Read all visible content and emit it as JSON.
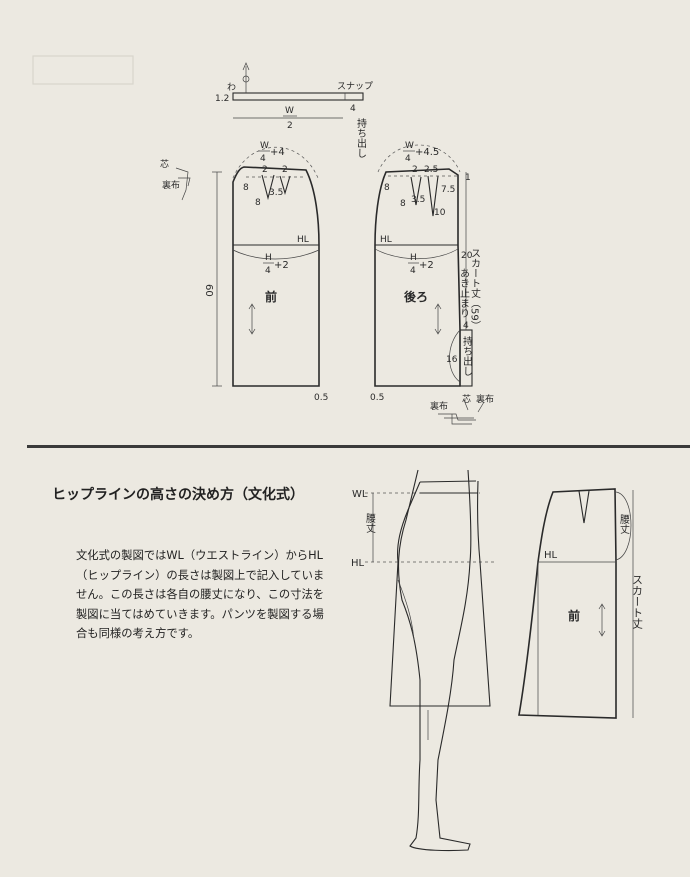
{
  "top_pattern": {
    "waistband": {
      "fold_label": "わ",
      "height_label": "1.2",
      "snap_label": "スナップ",
      "extension_value": "4",
      "extension_label": "持ち出し",
      "width_num": "W",
      "width_den": "2"
    },
    "front": {
      "waist_num": "W",
      "waist_den": "4",
      "waist_suffix": "+4",
      "dart_gap_1": "2",
      "dart_gap_2": "2",
      "dart_depth_left": "8",
      "dart_depth_8": "8",
      "dart_3_5": "3.5",
      "interfacing_label": "芯",
      "lining_label": "裏布",
      "hl_label": "HL",
      "hip_num": "H",
      "hip_den": "4",
      "hip_suffix": "+2",
      "length_label": "60",
      "panel_label": "前",
      "hem_value": "0.5"
    },
    "back": {
      "waist_num": "W",
      "waist_den": "4",
      "waist_suffix": "+4.5",
      "dart_gap_1": "2",
      "dart_gap_2": "2.5",
      "dart_depth_left": "8",
      "dart_7_5": "7.5",
      "dart_depth_8": "8",
      "dart_3_5": "3.5",
      "dart_10": "10",
      "top_raise": "1",
      "hl_label": "HL",
      "hip_num": "H",
      "hip_den": "4",
      "hip_suffix": "+2",
      "panel_label": "後ろ",
      "skirt_length_label": "スカート丈（59）",
      "zip_value": "20",
      "zip_label": "あき止まり",
      "ext_value": "4",
      "ext_label": "持ち出し",
      "slit_value": "16",
      "hem_value": "0.5",
      "lining_label_bottom": "裏布",
      "interfacing_label_bottom": "芯",
      "lining_label_bottom2": "裏布"
    }
  },
  "section": {
    "heading": "ヒップラインの高さの決め方（文化式）",
    "body": "文化式の製図ではWL（ウエストライン）からHL（ヒップライン）の長さは製図上で記入していません。この長さは各自の腰丈になり、この寸法を製図に当てはめていきます。パンツを製図する場合も同様の考え方です。"
  },
  "figure": {
    "wl_label": "WL",
    "hl_label": "HL",
    "waist_height_label": "腰丈"
  },
  "mini_pattern": {
    "hl_label": "HL",
    "waist_height_label": "腰丈",
    "panel_label": "前",
    "skirt_length_label": "スカート丈"
  }
}
